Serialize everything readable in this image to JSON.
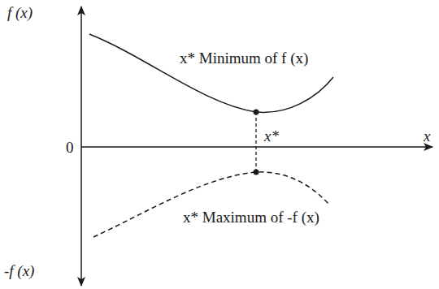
{
  "diagram": {
    "labels": [
      "f (x)",
      "x* Minimum of f (x)",
      "x*",
      "0",
      "x",
      "x* Maximum of -f (x)",
      "-f (x)"
    ]
  }
}
